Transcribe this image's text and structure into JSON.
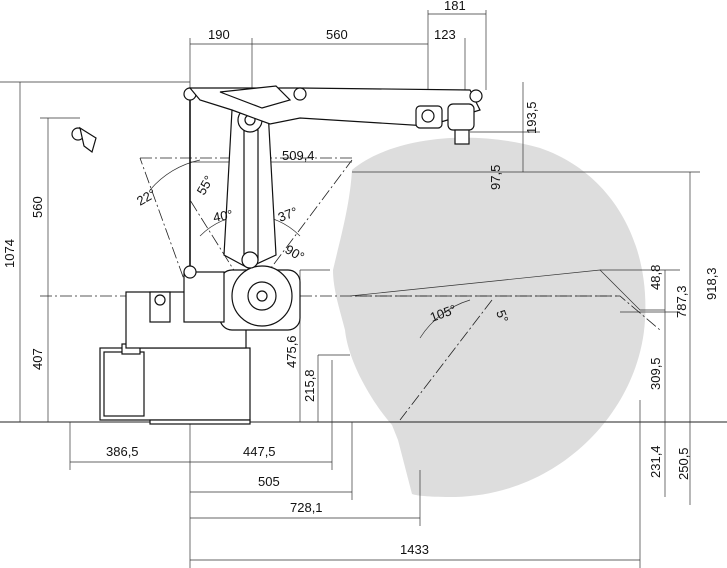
{
  "colors": {
    "envelope": "#dddddd",
    "line": "#222222",
    "background": "#ffffff"
  },
  "dimensions": {
    "top_181": "181",
    "top_190": "190",
    "top_560": "560",
    "top_123": "123",
    "right_193_5": "193,5",
    "right_97_5": "97,5",
    "right_918_3": "918,3",
    "right_787_3": "787,3",
    "right_48_8": "48,8",
    "right_309_5": "309,5",
    "right_231_4": "231,4",
    "right_250_5": "250,5",
    "left_1074": "1074",
    "left_560": "560",
    "left_407": "407",
    "mid_509_4": "509,4",
    "mid_475_6": "475,6",
    "mid_215_8": "215,8",
    "bottom_386_5": "386,5",
    "bottom_447_5": "447,5",
    "bottom_505": "505",
    "bottom_728_1": "728,1",
    "bottom_1433": "1433"
  },
  "angles": {
    "a22": "22°",
    "a55": "55°",
    "a40": "40°",
    "a37": "37°",
    "a90": "90°",
    "a105": "105°",
    "a5": "5°"
  }
}
